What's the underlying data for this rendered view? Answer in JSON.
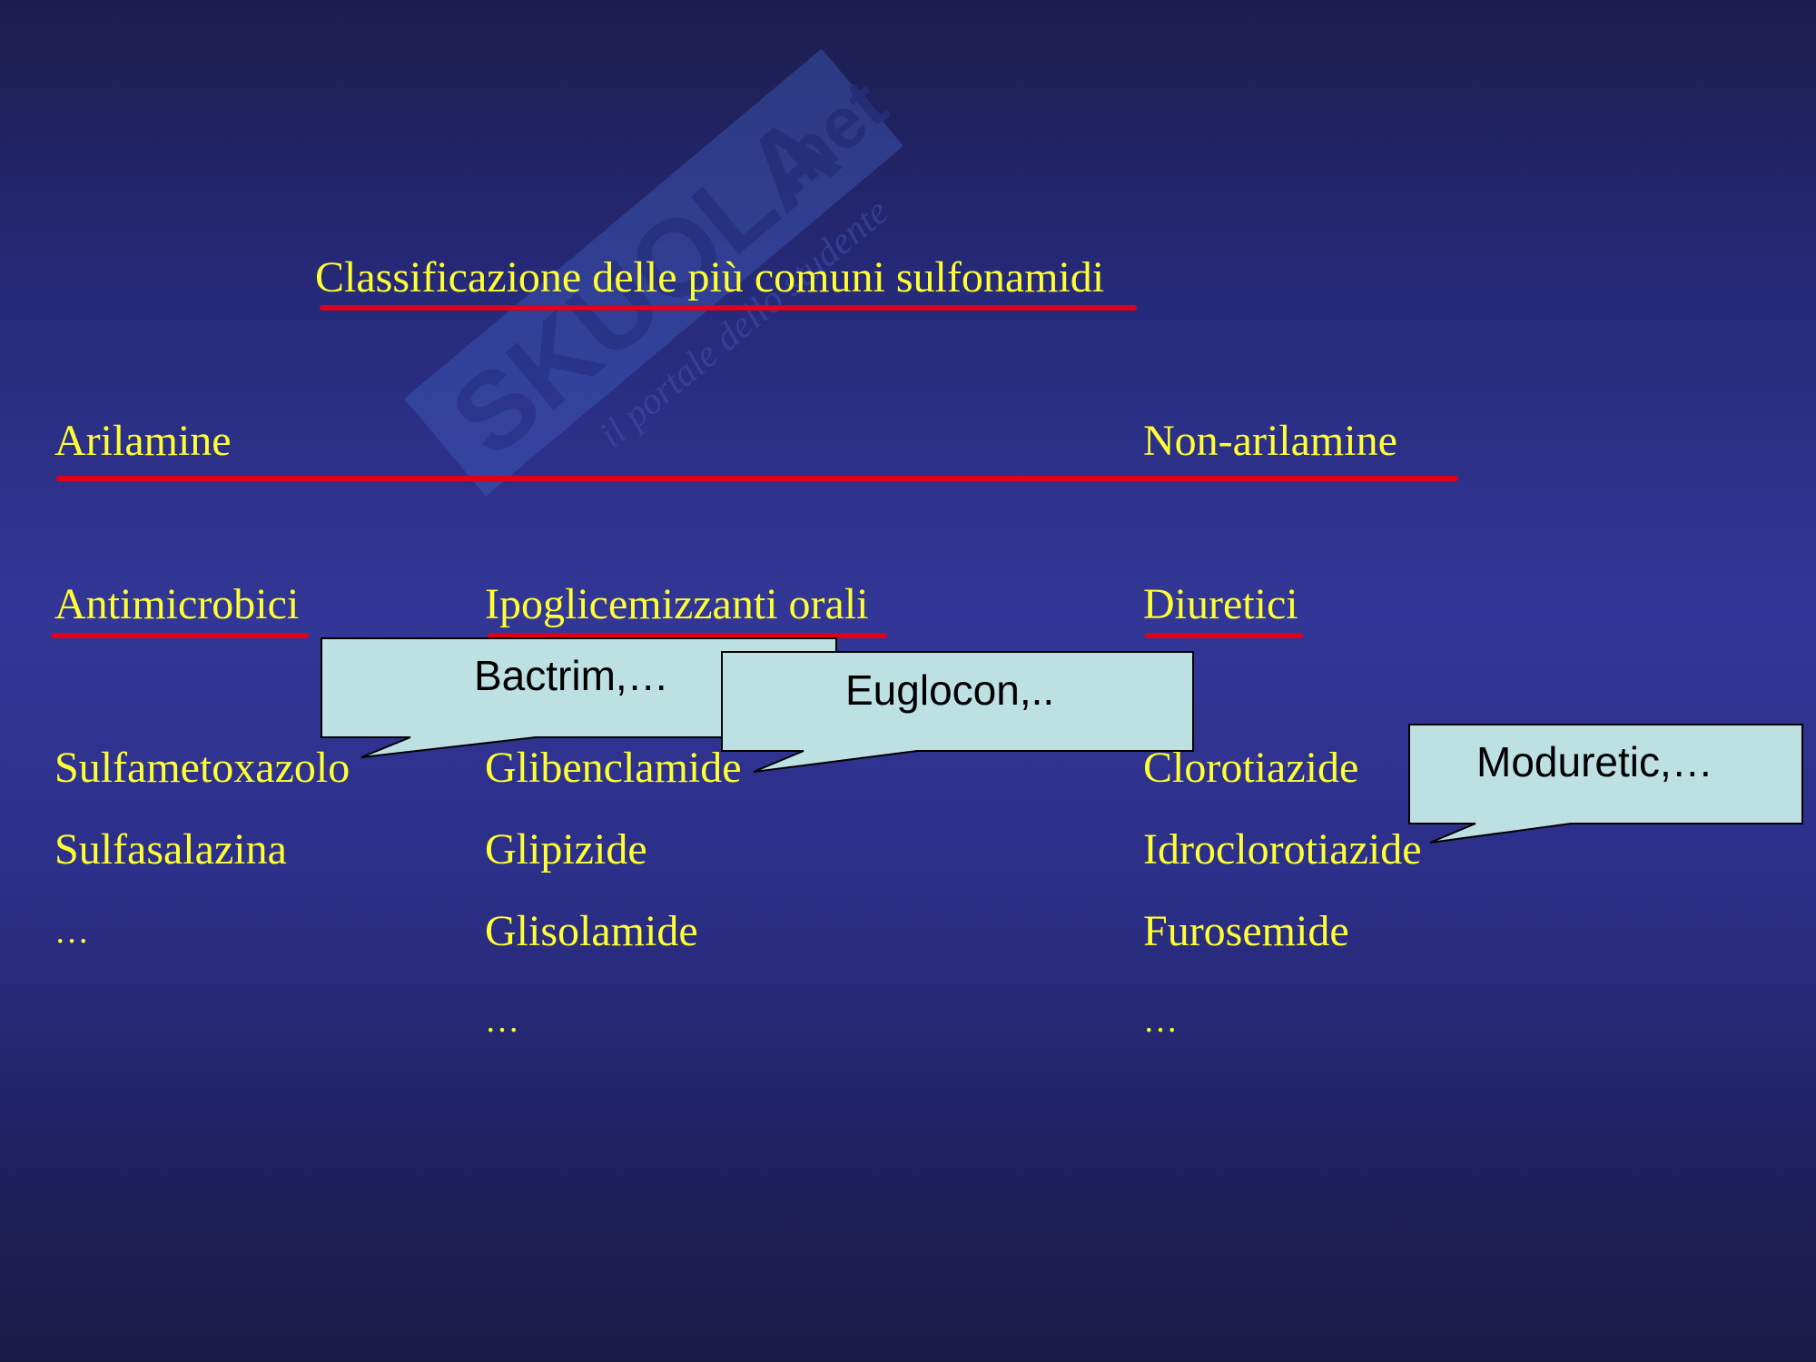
{
  "watermark": {
    "logo": "SKUOLA.net",
    "tagline": "il portale dello studente"
  },
  "title": "Classificazione delle più comuni sulfonamidi",
  "groups": {
    "arilamine": "Arilamine",
    "non_arilamine": "Non-arilamine"
  },
  "columns": [
    {
      "heading": "Antimicrobici",
      "items": [
        "Sulfametoxazolo",
        "Sulfasalazina",
        "…"
      ]
    },
    {
      "heading": "Ipoglicemizzanti orali",
      "items": [
        "Glibenclamide",
        "Glipizide",
        "Glisolamide",
        "…"
      ]
    },
    {
      "heading": "Diuretici",
      "items": [
        "Clorotiazide",
        "Idroclorotiazide",
        "Furosemide",
        "…"
      ]
    }
  ],
  "callouts": {
    "bactrim": "Bactrim,…",
    "euglocon": "Euglocon,..",
    "moduretic": "Moduretic,…"
  },
  "colors": {
    "text": "#ffff33",
    "underline": "#e0001a",
    "callout_fill": "#bde0e3",
    "background": "#2c2f88"
  }
}
